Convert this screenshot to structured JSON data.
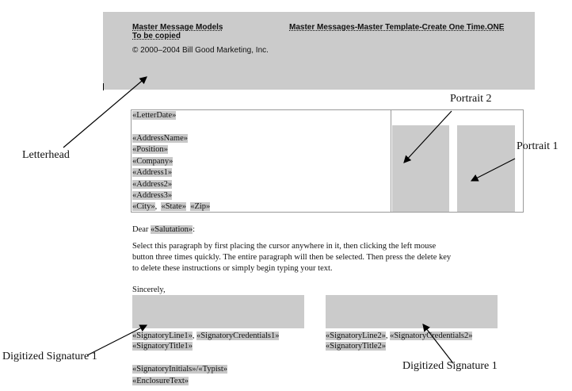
{
  "header": {
    "left_title": "Master Message Models",
    "right_title": "Master Messages-Master Template-Create One Time.ONE",
    "subtitle": "To be copied",
    "copyright": "© 2000–2004 Bill Good Marketing, Inc."
  },
  "address": {
    "letter_date": "«LetterDate»",
    "name": "«AddressName»",
    "position": "«Position»",
    "company": "«Company»",
    "address1": "«Address1»",
    "address2": "«Address2»",
    "address3": "«Address3»",
    "city": "«City»",
    "comma": ",",
    "state": "«State»",
    "zip": "«Zip»"
  },
  "body": {
    "dear": "Dear ",
    "salutation": "«Salutation»",
    "colon": ":",
    "para_lines": [
      "Select this paragraph by first placing the cursor anywhere in it, then clicking the left mouse",
      "button three times quickly.  The entire paragraph will then be selected.  Then press the delete key",
      "to delete these instructions or simply begin typing your text."
    ],
    "closing": "Sincerely,"
  },
  "signatures": {
    "line1": "«SignatoryLine1»",
    "sep": ", ",
    "cred1": "«SignatoryCredentials1»",
    "title1": "«SignatoryTitle1»",
    "line2": "«SignatoryLine2»",
    "cred2": "«SignatoryCredentials2»",
    "title2": "«SignatoryTitle2»",
    "initials": "«SignatoryInitials»/«Typist»",
    "enclosure": "«EnclosureText»"
  },
  "annotations": {
    "letterhead": "Letterhead",
    "portrait2": "Portrait 2",
    "portrait1": "Portrait 1",
    "sig_left": "Digitized Signature 1",
    "sig_right": "Digitized Signature 1"
  }
}
